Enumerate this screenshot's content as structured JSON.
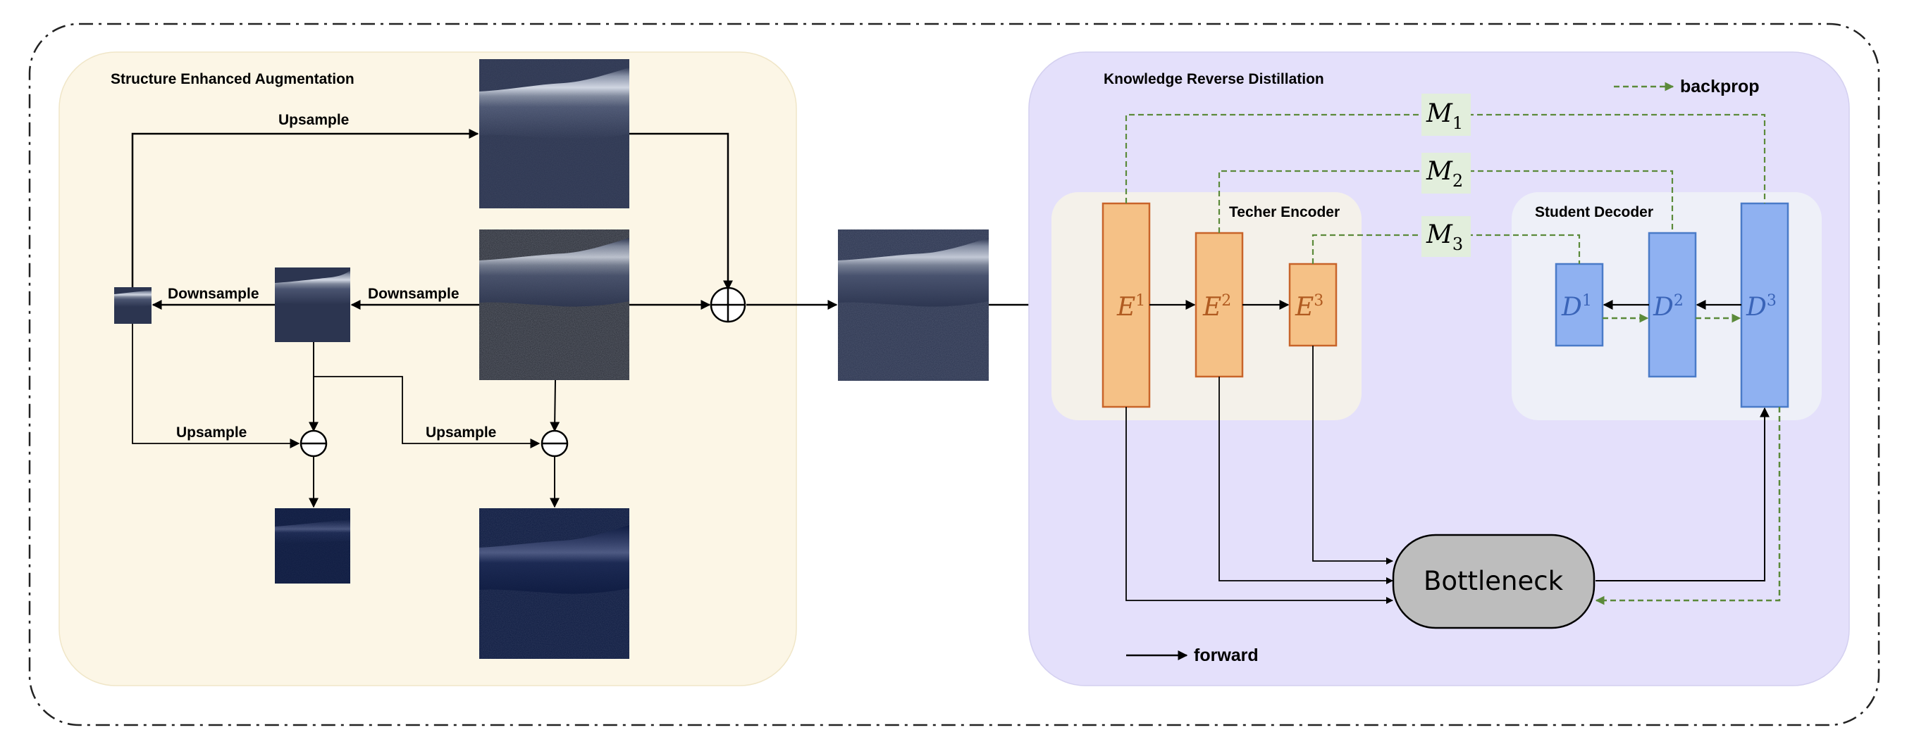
{
  "left_panel": {
    "title": "Structure Enhanced Augmentation",
    "upsample_top": "Upsample",
    "downsample_left": "Downsample",
    "downsample_right": "Downsample",
    "upsample_bottom_left": "Upsample",
    "upsample_bottom_right": "Upsample"
  },
  "right_panel": {
    "title": "Knowledge Reverse Distillation",
    "encoder_title": "Techer Encoder",
    "decoder_title": "Student Decoder",
    "bottleneck": "Bottleneck"
  },
  "encoder_blocks": [
    {
      "base": "E",
      "sup": "1"
    },
    {
      "base": "E",
      "sup": "2"
    },
    {
      "base": "E",
      "sup": "3"
    }
  ],
  "decoder_blocks": [
    {
      "base": "D",
      "sup": "1"
    },
    {
      "base": "D",
      "sup": "2"
    },
    {
      "base": "D",
      "sup": "3"
    }
  ],
  "metrics": [
    {
      "base": "M",
      "sub": "1"
    },
    {
      "base": "M",
      "sub": "2"
    },
    {
      "base": "M",
      "sub": "3"
    }
  ],
  "legend": {
    "backprop": "backprop",
    "forward": "forward"
  },
  "colors": {
    "left_panel_bg": "#fcf6e6",
    "right_panel_bg": "#e4e0fb",
    "encoder_bg": "#f4f1ea",
    "decoder_bg": "#eef0f8",
    "encoder_block": "#f5c186",
    "encoder_border": "#c8642a",
    "decoder_block": "#8fb1f1",
    "decoder_border": "#4a7bc8",
    "metric_box": "#e2eedc",
    "backprop_line": "#5b8a3a",
    "bottleneck_fill": "#bdbdbd",
    "oct_dark": "#2c3550",
    "residual_dark": "#0d1a40"
  }
}
